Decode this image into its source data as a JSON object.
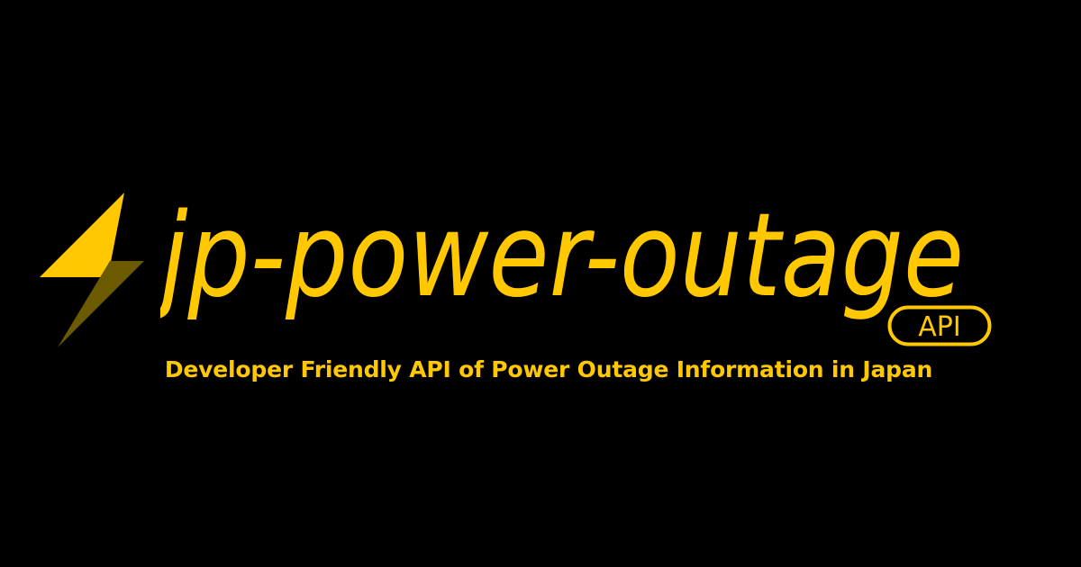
{
  "logo": {
    "title": "jp-power-outage",
    "badge": "API",
    "icon": "lightning-bolt-icon"
  },
  "tagline": "Developer Friendly API of Power Outage Information in Japan",
  "colors": {
    "background": "#000000",
    "accent": "#FFC800",
    "accent_dim": "#6B5A00"
  }
}
